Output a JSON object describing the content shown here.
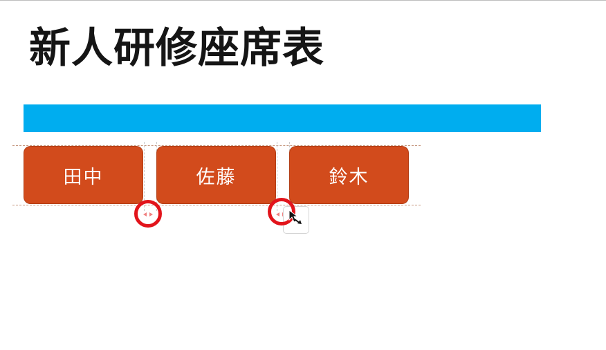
{
  "slide": {
    "title": "新人研修座席表"
  },
  "seats": [
    {
      "name": "田中"
    },
    {
      "name": "佐藤"
    },
    {
      "name": "鈴木"
    }
  ],
  "colors": {
    "accent_bar": "#00adef",
    "seat_fill": "#d24b1c",
    "highlight_ring": "#e2141b",
    "spacing_handle": "#f08080"
  },
  "icons": {
    "spacing_handle": "double-arrow-horizontal-icon",
    "cursor": "move-cursor-icon",
    "smart_tag": "smart-guide-tag-icon"
  }
}
